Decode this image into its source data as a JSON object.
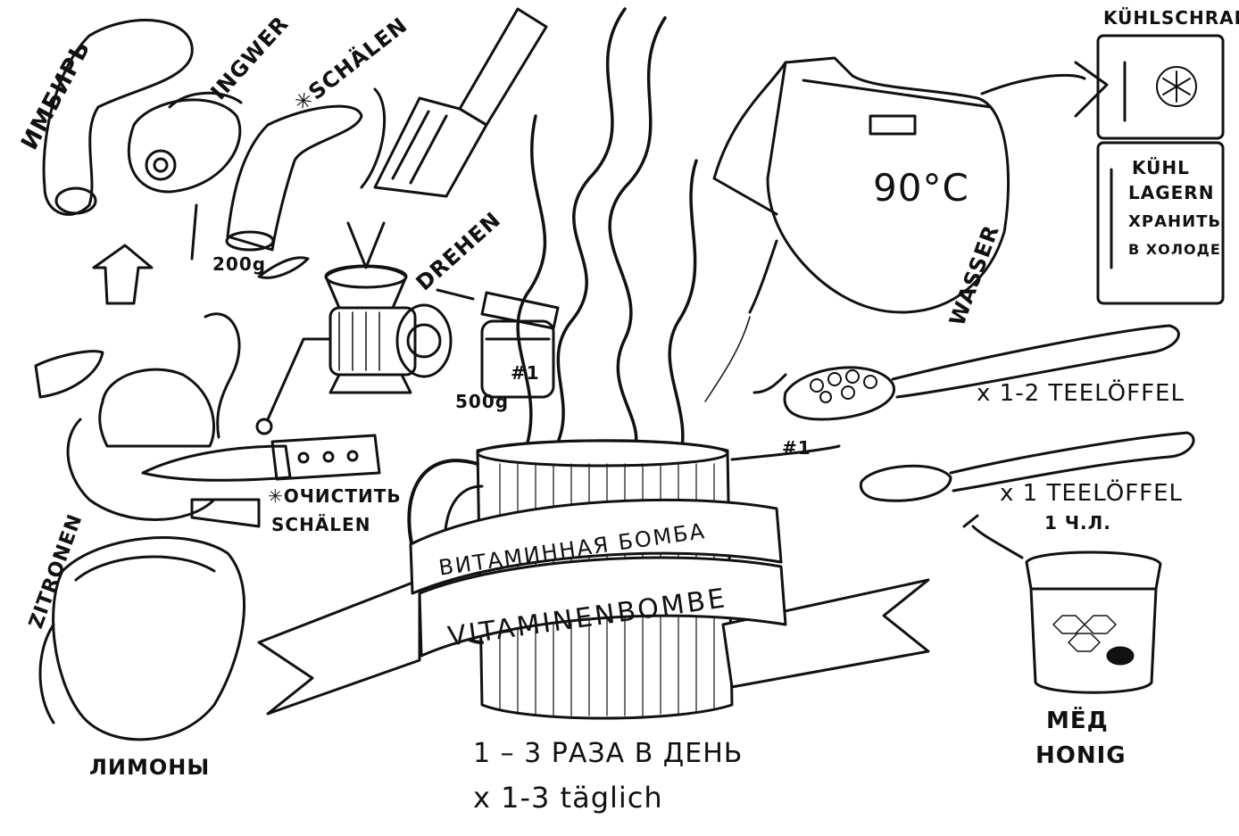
{
  "labels": {
    "ginger_ru": "ИМБИРЬ",
    "ginger_de": "INGWER",
    "peel_de_top": "✳SCHÄLEN",
    "ginger_weight": "200g",
    "turn_de": "DREHEN",
    "jar_tag": "#1",
    "jar_weight": "500g",
    "temperature": "90°C",
    "water_de": "WASSER",
    "fridge_de": "KÜHLSCHRANK",
    "store_cold_de_1": "KÜHL",
    "store_cold_de_2": "LAGERN",
    "store_cold_ru_1": "ХРАНИТЬ",
    "store_cold_ru_2": "В ХОЛОДЕ",
    "spoon1_amount": "x 1-2 TEELÖFFEL",
    "spoon_tag": "#1",
    "spoon2_amount": "x 1 TEELÖFFEL",
    "spoon2_ru": "1 Ч.Л.",
    "peel_ru": "✳ОЧИСТИТЬ",
    "peel_de": "SCHÄLEN",
    "lemons_de": "ZITRONEN",
    "lemons_ru": "ЛИМОНЫ",
    "banner_ru": "ВИТАМИННАЯ БОМБА",
    "banner_de": "VITAMINENBOMBE",
    "dose_ru": "1 – 3 РАЗА В ДЕНЬ",
    "dose_de": "x 1-3 täglich",
    "honey_ru": "МЁД",
    "honey_de": "HONIG"
  },
  "icons": [
    "ginger-icon",
    "peeler-icon",
    "knife-icon",
    "meat-grinder-icon",
    "jar-icon",
    "kettle-icon",
    "fridge-icon",
    "snowflake-icon",
    "spoon-icon",
    "honey-jar-icon",
    "bee-icon",
    "lemon-icon",
    "mug-icon",
    "steam-icon",
    "arrow-icon"
  ]
}
